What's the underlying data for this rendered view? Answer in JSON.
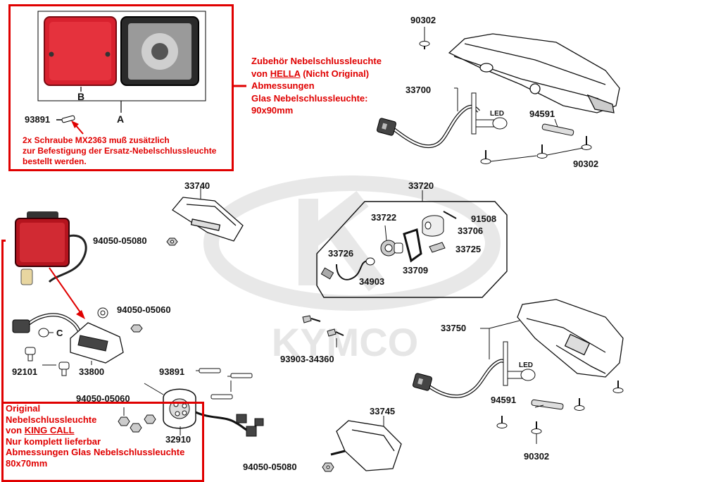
{
  "watermark": {
    "brand": "KYMCO"
  },
  "colors": {
    "accent_red": "#e00000",
    "line": "#111111",
    "watermark": "#e6e6e6"
  },
  "hella_note": {
    "line1": "Zubehör Nebelschlussleuchte",
    "line2_prefix": "von ",
    "line2_brand": "HELLA",
    "line2_suffix": " (Nicht Original)",
    "line3": "Abmessungen",
    "line4": "Glas Nebelschlussleuchte:",
    "line5": "90x90mm"
  },
  "screw_note": {
    "line1": "2x Schraube MX2363 muß zusätzlich",
    "line2": "zur Befestigung der Ersatz-Nebelschlussleuchte",
    "line3": "bestellt werden."
  },
  "kingcall_note": {
    "line1": "Original",
    "line2": "Nebelschlussleuchte",
    "line3_prefix": "von ",
    "line3_brand": "KING CALL",
    "line4": "Nur komplett lieferbar",
    "line5": "Abmessungen Glas Nebelschlussleuchte",
    "line6": "80x70mm"
  },
  "inset_labels": {
    "a": "A",
    "b": "B",
    "c": "C"
  },
  "led_label": "LED",
  "parts": {
    "p90302_top": "90302",
    "p33700": "33700",
    "p94591_top": "94591",
    "p90302_mid": "90302",
    "p93891_top": "93891",
    "p33740": "33740",
    "p33720": "33720",
    "p33722": "33722",
    "p91508": "91508",
    "p33706": "33706",
    "p33725": "33725",
    "p33726": "33726",
    "p33709": "33709",
    "p34903": "34903",
    "p94050_05080_a": "94050-05080",
    "p94050_05060_a": "94050-05060",
    "p92101": "92101",
    "p33800": "33800",
    "p93903_34360": "93903-34360",
    "p93891_bottom": "93891",
    "p94050_05060_b": "94050-05060",
    "p32910": "32910",
    "p33750": "33750",
    "p94591_bottom": "94591",
    "p90302_bottom": "90302",
    "p33745": "33745",
    "p94050_05080_b": "94050-05080"
  }
}
